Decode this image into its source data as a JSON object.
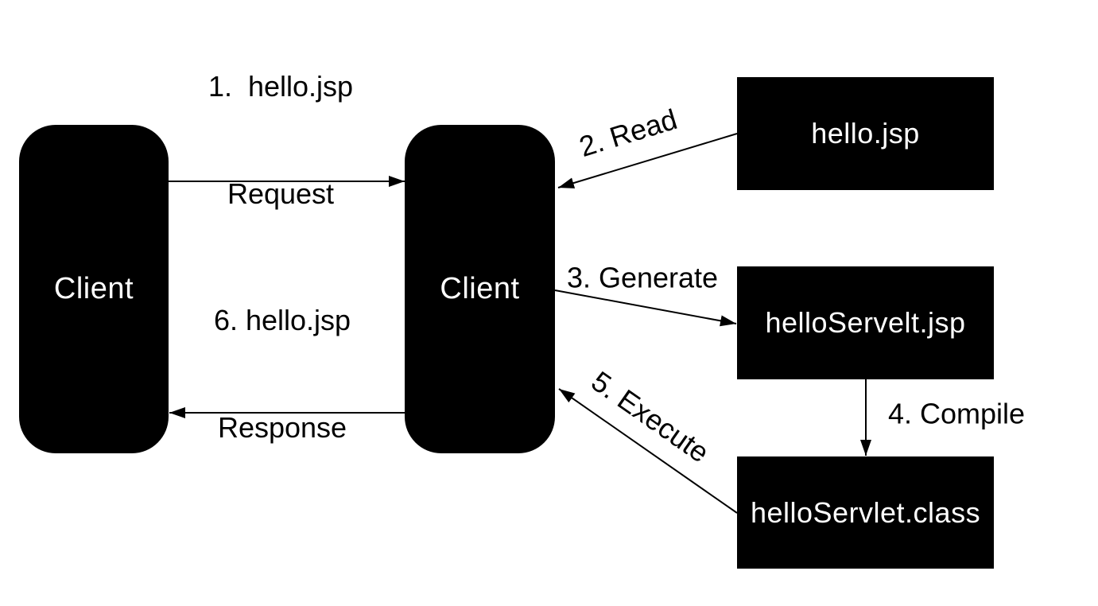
{
  "nodes": {
    "client_left": {
      "label": "Client"
    },
    "client_middle": {
      "label": "Client"
    },
    "hello_jsp": {
      "label": "hello.jsp"
    },
    "hello_servelt_jsp": {
      "label": "helloServelt.jsp"
    },
    "hello_servlet_class": {
      "label": "helloServlet.class"
    }
  },
  "arrows": {
    "request": {
      "line1": "1.  hello.jsp",
      "line2": "Request"
    },
    "read": {
      "label": "2. Read"
    },
    "generate": {
      "label": "3. Generate"
    },
    "compile": {
      "label": "4. Compile"
    },
    "execute": {
      "label": "5. Execute"
    },
    "response": {
      "line1": "6. hello.jsp",
      "line2": "Response"
    }
  },
  "colors": {
    "background": "#ffffff",
    "node_fill": "#000000",
    "node_text": "#ffffff",
    "arrow": "#000000",
    "label_text": "#000000"
  }
}
